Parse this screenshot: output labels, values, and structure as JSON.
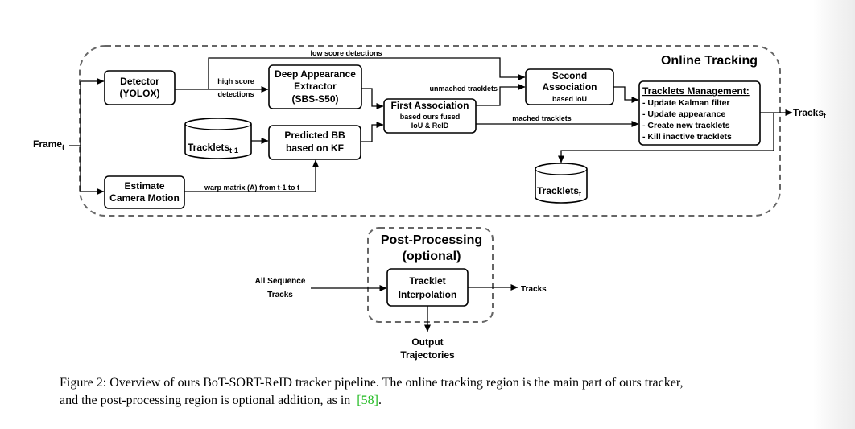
{
  "regions": {
    "online": "Online Tracking",
    "post_line1": "Post-Processing",
    "post_line2": "(optional)"
  },
  "boxes": {
    "detector": [
      "Detector",
      "(YOLOX)"
    ],
    "deep": [
      "Deep Appearance",
      "Extractor",
      "(SBS-S50)"
    ],
    "camera": [
      "Estimate",
      "Camera Motion"
    ],
    "predicted": [
      "Predicted BB",
      "based on KF"
    ],
    "first_title": "First Association",
    "first_sub": [
      "based ours fused",
      "IoU & ReID"
    ],
    "second_title": [
      "Second",
      "Association"
    ],
    "second_sub": "based IoU",
    "mgmt_title": "Tracklets Management:",
    "mgmt_items": [
      "- Update Kalman filter",
      "- Update appearance",
      "- Create new tracklets",
      "- Kill inactive tracklets"
    ],
    "interp": [
      "Tracklet",
      "Interpolation"
    ]
  },
  "stores": {
    "prev": {
      "base": "Tracklets",
      "sub": "t-1"
    },
    "curr": {
      "base": "Tracklets",
      "sub": "t"
    }
  },
  "io": {
    "frame": {
      "base": "Frame",
      "sub": "t"
    },
    "tracks_out": {
      "base": "Tracks",
      "sub": "t"
    }
  },
  "edges": {
    "low_score": "low score detections",
    "high_score": [
      "high score",
      "detections"
    ],
    "unmatched": "unmached tracklets",
    "matched": "mached tracklets",
    "warp": "warp matrix (A) from t-1 to t"
  },
  "post": {
    "input": [
      "All Sequence",
      "Tracks"
    ],
    "output": "Tracks",
    "final": [
      "Output",
      "Trajectories"
    ]
  },
  "caption": {
    "line1": "Figure 2: Overview of ours BoT-SORT-ReID tracker pipeline. The online tracking region is the main part of ours tracker,",
    "line2_pre": "and the post-processing region is optional addition, as in",
    "ref": "[58]",
    "line2_post": "."
  }
}
